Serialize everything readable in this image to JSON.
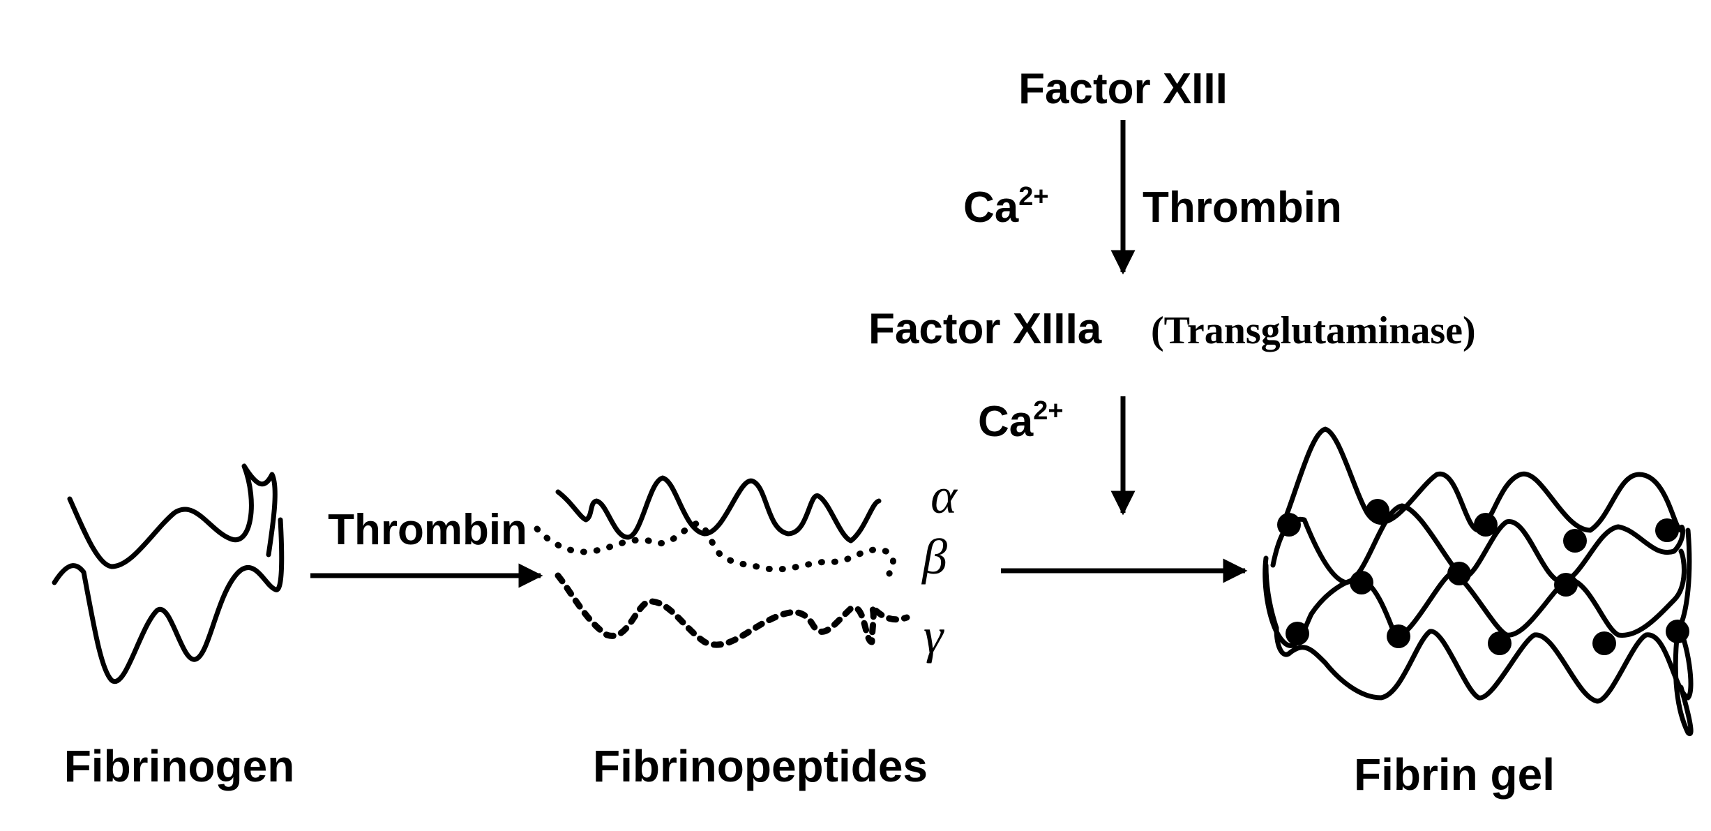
{
  "labels": {
    "factor_xiii": "Factor XIII",
    "calcium_top": "Ca",
    "calcium_top_charge": "2+",
    "thrombin_top": "Thrombin",
    "factor_xiiia": "Factor XIIIa",
    "transglutaminase": "(Transglutaminase)",
    "calcium_mid": "Ca",
    "calcium_mid_charge": "2+",
    "thrombin_left": "Thrombin",
    "alpha": "α",
    "beta": "β",
    "gamma": "γ",
    "fibrinogen": "Fibrinogen",
    "fibrinopeptides": "Fibrinopeptides",
    "fibrin_gel": "Fibrin gel"
  },
  "colors": {
    "ink": "#000000",
    "background": "#ffffff"
  }
}
